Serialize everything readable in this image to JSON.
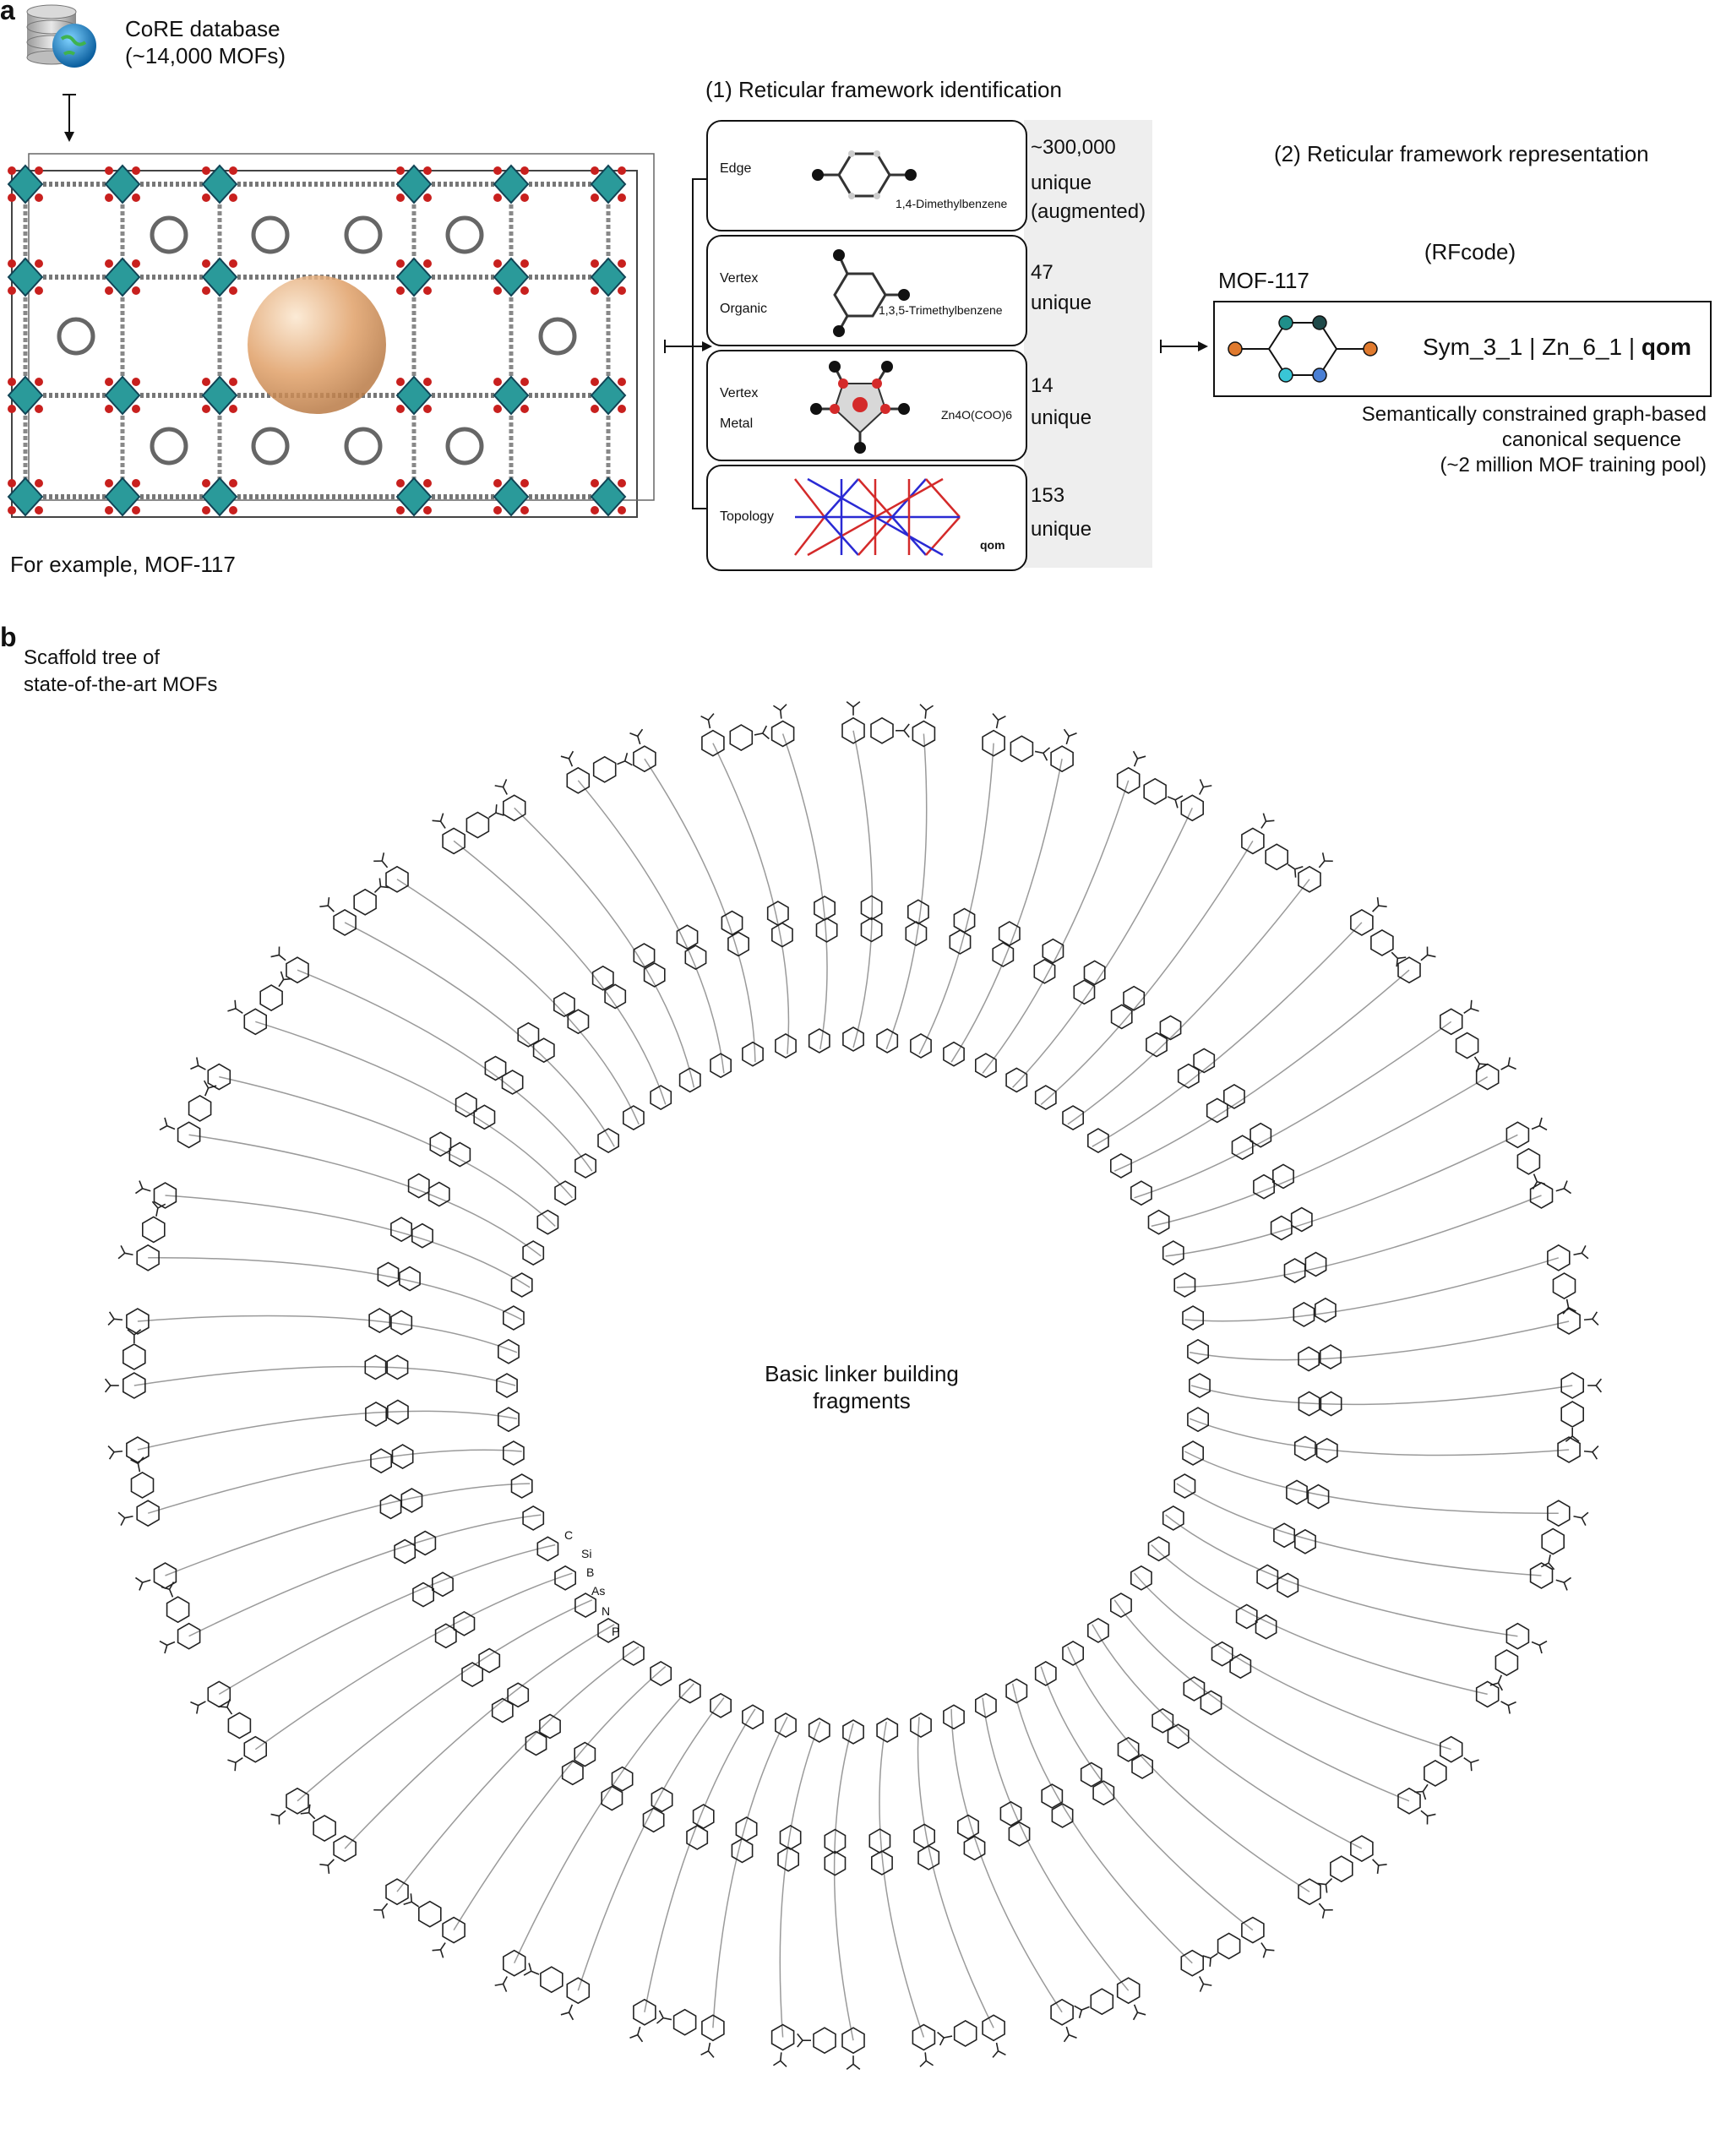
{
  "panel_a": {
    "letter": "a",
    "database_label_line1": "CoRE database",
    "database_label_line2": "(~14,000 MOFs)",
    "example_caption": "For example, MOF-117",
    "step1_title": "(1) Reticular framework identification",
    "step2_title": "(2) Reticular framework representation",
    "rows": [
      {
        "label1": "Edge",
        "label2": "",
        "molecule": "1,4-Dimethylbenzene",
        "count1": "~300,000",
        "count2": "unique",
        "count3": "(augmented)"
      },
      {
        "label1": "Vertex",
        "label2": "Organic",
        "molecule": "1,3,5-Trimethylbenzene",
        "count1": "47",
        "count2": "unique",
        "count3": ""
      },
      {
        "label1": "Vertex",
        "label2": "Metal",
        "molecule": "Zn4O(COO)6",
        "count1": "14",
        "count2": "unique",
        "count3": ""
      },
      {
        "label1": "Topology",
        "label2": "",
        "molecule": "qom",
        "count1": "153",
        "count2": "unique",
        "count3": ""
      }
    ],
    "rfcode_label": "(RFcode)",
    "mof_name": "MOF-117",
    "rfcode_prefix": "Sym_3_1 | Zn_6_1 | ",
    "rfcode_topology": "qom",
    "rfcode_desc_line1": "Semantically constrained graph-based",
    "rfcode_desc_line2": "canonical sequence",
    "rfcode_desc_line3": "(~2 million MOF training pool)"
  },
  "panel_b": {
    "letter": "b",
    "title_line1": "Scaffold tree of",
    "title_line2": "state-of-the-art MOFs",
    "center_line1": "Basic linker building",
    "center_line2": "fragments",
    "atom_labels": [
      "C",
      "Si",
      "B",
      "As",
      "N",
      "P"
    ]
  },
  "colors": {
    "node_orange": "#e07a2e",
    "node_teal": "#1f8f8a",
    "node_cyan": "#39c6d6",
    "node_blue": "#4a7fd4",
    "topology_red": "#d42a2a",
    "topology_blue": "#2a2ad4",
    "cluster_teal": "#2a9a9a",
    "pore_sphere": "#e8a56a"
  },
  "icons": [
    "database-globe-icon",
    "arrow-down-icon",
    "arrow-right-icon"
  ]
}
